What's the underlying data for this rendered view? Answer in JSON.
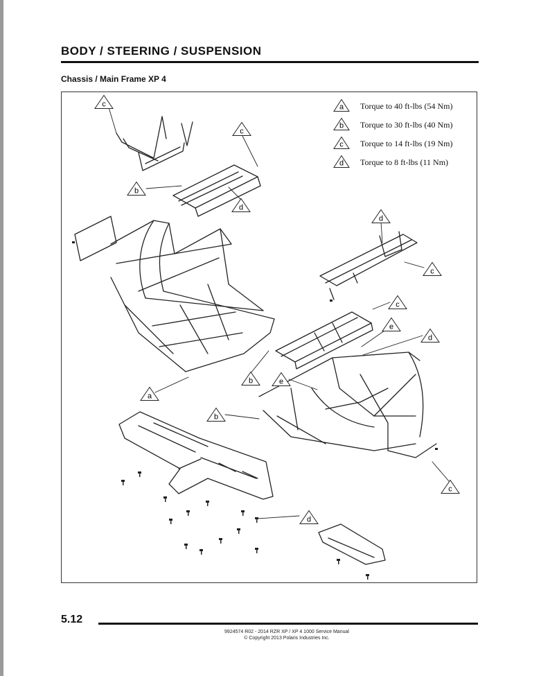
{
  "header": {
    "section_title": "BODY / STEERING / SUSPENSION",
    "subtitle": "Chassis / Main Frame XP 4"
  },
  "legend": [
    {
      "letter": "a",
      "text": "Torque to 40 ft-lbs (54 Nm)"
    },
    {
      "letter": "b",
      "text": "Torque to 30 ft-lbs (40 Nm)"
    },
    {
      "letter": "c",
      "text": "Torque to 14 ft-lbs (19 Nm)"
    },
    {
      "letter": "d",
      "text": "Torque to 8 ft-lbs (11 Nm)"
    }
  ],
  "callouts": [
    "c",
    "c",
    "b",
    "d",
    "d",
    "c",
    "c",
    "e",
    "d",
    "b",
    "e",
    "a",
    "b",
    "c",
    "d"
  ],
  "footer": {
    "page_number": "5.12",
    "manual_line": "9924574 R02 - 2014 RZR XP / XP 4 1000 Service Manual",
    "copyright_line": "© Copyright 2013 Polaris Industries Inc."
  }
}
